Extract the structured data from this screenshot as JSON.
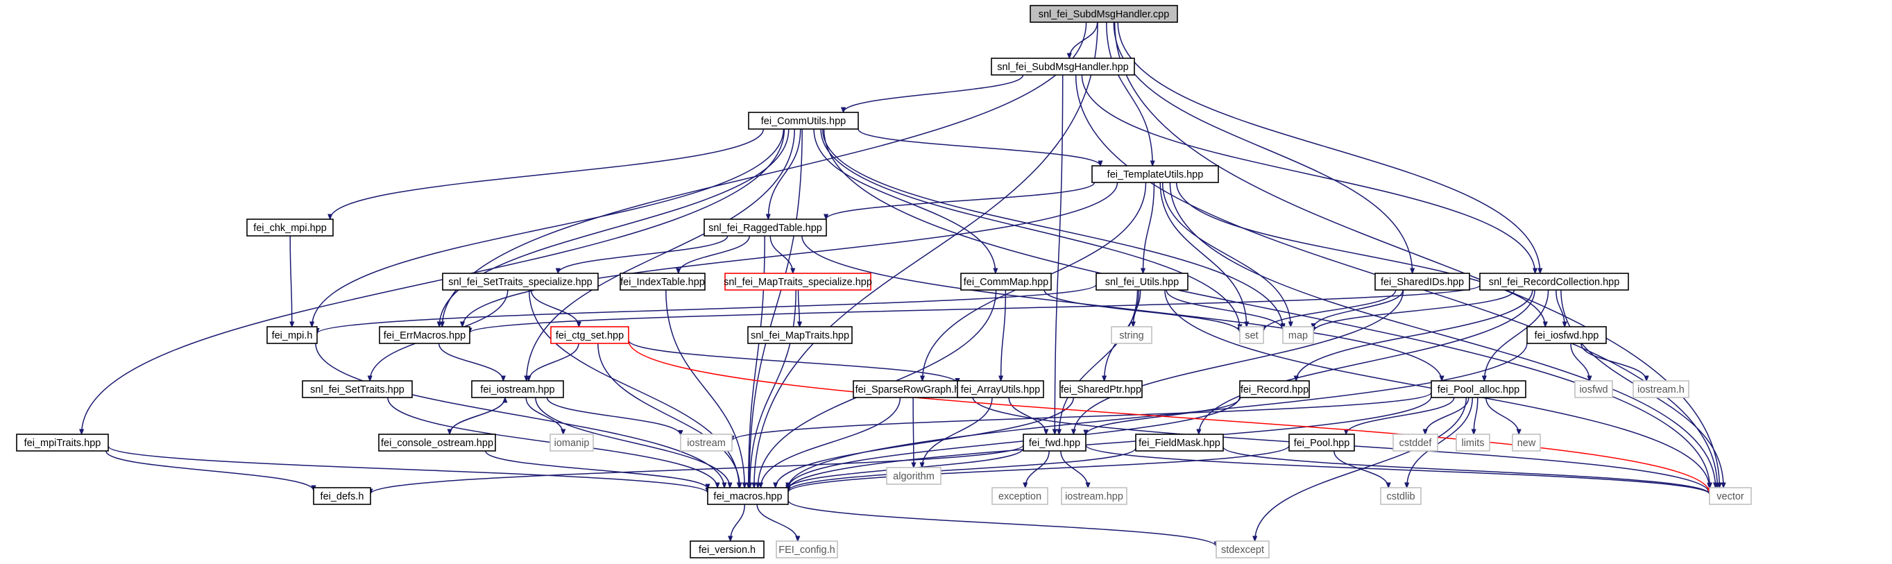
{
  "nodes": [
    {
      "id": "root",
      "label": "snl_fei_SubdMsgHandler.cpp",
      "style": "root"
    },
    {
      "id": "subdh",
      "label": "snl_fei_SubdMsgHandler.hpp",
      "style": "normal"
    },
    {
      "id": "comm",
      "label": "fei_CommUtils.hpp",
      "style": "normal"
    },
    {
      "id": "templ",
      "label": "fei_TemplateUtils.hpp",
      "style": "normal"
    },
    {
      "id": "chkmpi",
      "label": "fei_chk_mpi.hpp",
      "style": "normal"
    },
    {
      "id": "ragged",
      "label": "snl_fei_RaggedTable.hpp",
      "style": "normal"
    },
    {
      "id": "settr_sp",
      "label": "snl_fei_SetTraits_specialize.hpp",
      "style": "normal"
    },
    {
      "id": "indextab",
      "label": "fei_IndexTable.hpp",
      "style": "normal"
    },
    {
      "id": "maptr_sp",
      "label": "snl_fei_MapTraits_specialize.hpp",
      "style": "red"
    },
    {
      "id": "commmap",
      "label": "fei_CommMap.hpp",
      "style": "normal"
    },
    {
      "id": "utils",
      "label": "snl_fei_Utils.hpp",
      "style": "normal"
    },
    {
      "id": "sharedids",
      "label": "fei_SharedIDs.hpp",
      "style": "normal"
    },
    {
      "id": "reccoll",
      "label": "snl_fei_RecordCollection.hpp",
      "style": "normal"
    },
    {
      "id": "mpih",
      "label": "fei_mpi.h",
      "style": "normal"
    },
    {
      "id": "errmac",
      "label": "fei_ErrMacros.hpp",
      "style": "normal"
    },
    {
      "id": "ctgset",
      "label": "fei_ctg_set.hpp",
      "style": "red"
    },
    {
      "id": "maptr",
      "label": "snl_fei_MapTraits.hpp",
      "style": "normal"
    },
    {
      "id": "string",
      "label": "string",
      "style": "grey"
    },
    {
      "id": "set",
      "label": "set",
      "style": "grey"
    },
    {
      "id": "map",
      "label": "map",
      "style": "grey"
    },
    {
      "id": "iosfwdhpp",
      "label": "fei_iosfwd.hpp",
      "style": "normal"
    },
    {
      "id": "settr",
      "label": "snl_fei_SetTraits.hpp",
      "style": "normal"
    },
    {
      "id": "iostreamhpp",
      "label": "fei_iostream.hpp",
      "style": "normal"
    },
    {
      "id": "srg",
      "label": "fei_SparseRowGraph.hpp",
      "style": "normal"
    },
    {
      "id": "arrayutils",
      "label": "fei_ArrayUtils.hpp",
      "style": "normal"
    },
    {
      "id": "sharedptr",
      "label": "fei_SharedPtr.hpp",
      "style": "normal"
    },
    {
      "id": "record",
      "label": "fei_Record.hpp",
      "style": "normal"
    },
    {
      "id": "poolalloc",
      "label": "fei_Pool_alloc.hpp",
      "style": "normal"
    },
    {
      "id": "iosfwd",
      "label": "iosfwd",
      "style": "grey"
    },
    {
      "id": "iostreamh",
      "label": "iostream.h",
      "style": "grey"
    },
    {
      "id": "mpitraits",
      "label": "fei_mpiTraits.hpp",
      "style": "normal"
    },
    {
      "id": "consolestr",
      "label": "fei_console_ostream.hpp",
      "style": "normal"
    },
    {
      "id": "iomanip",
      "label": "iomanip",
      "style": "grey"
    },
    {
      "id": "iostream",
      "label": "iostream",
      "style": "grey"
    },
    {
      "id": "algorithm",
      "label": "algorithm",
      "style": "grey"
    },
    {
      "id": "fwd",
      "label": "fei_fwd.hpp",
      "style": "normal"
    },
    {
      "id": "fieldmask",
      "label": "fei_FieldMask.hpp",
      "style": "normal"
    },
    {
      "id": "pool",
      "label": "fei_Pool.hpp",
      "style": "normal"
    },
    {
      "id": "cstddef",
      "label": "cstddef",
      "style": "grey"
    },
    {
      "id": "limits",
      "label": "limits",
      "style": "grey"
    },
    {
      "id": "new",
      "label": "new",
      "style": "grey"
    },
    {
      "id": "defs",
      "label": "fei_defs.h",
      "style": "normal"
    },
    {
      "id": "macros",
      "label": "fei_macros.hpp",
      "style": "normal"
    },
    {
      "id": "exception",
      "label": "exception",
      "style": "grey"
    },
    {
      "id": "iostreamhpp2",
      "label": "iostream.hpp",
      "style": "grey"
    },
    {
      "id": "cstdlib",
      "label": "cstdlib",
      "style": "grey"
    },
    {
      "id": "vector",
      "label": "vector",
      "style": "grey"
    },
    {
      "id": "version",
      "label": "fei_version.h",
      "style": "normal"
    },
    {
      "id": "config",
      "label": "FEI_config.h",
      "style": "grey"
    },
    {
      "id": "stdexcept",
      "label": "stdexcept",
      "style": "grey"
    }
  ],
  "edges": [
    [
      "root",
      "subdh"
    ],
    [
      "root",
      "templ"
    ],
    [
      "root",
      "sharedids"
    ],
    [
      "root",
      "reccoll"
    ],
    [
      "root",
      "errmac"
    ],
    [
      "root",
      "macros"
    ],
    [
      "root",
      "vector"
    ],
    [
      "subdh",
      "comm"
    ],
    [
      "subdh",
      "fwd"
    ],
    [
      "subdh",
      "vector"
    ],
    [
      "subdh",
      "reccoll"
    ],
    [
      "comm",
      "mpih"
    ],
    [
      "comm",
      "mpitraits"
    ],
    [
      "comm",
      "chkmpi"
    ],
    [
      "comm",
      "errmac"
    ],
    [
      "comm",
      "templ"
    ],
    [
      "comm",
      "ragged"
    ],
    [
      "comm",
      "commmap"
    ],
    [
      "comm",
      "iostreamhpp"
    ],
    [
      "comm",
      "set"
    ],
    [
      "comm",
      "map"
    ],
    [
      "comm",
      "vector"
    ],
    [
      "comm",
      "macros"
    ],
    [
      "templ",
      "ragged"
    ],
    [
      "templ",
      "utils"
    ],
    [
      "templ",
      "srg"
    ],
    [
      "templ",
      "errmac"
    ],
    [
      "templ",
      "set"
    ],
    [
      "templ",
      "map"
    ],
    [
      "templ",
      "vector"
    ],
    [
      "templ",
      "iosfwdhpp"
    ],
    [
      "chkmpi",
      "mpih"
    ],
    [
      "ragged",
      "settr_sp"
    ],
    [
      "ragged",
      "indextab"
    ],
    [
      "ragged",
      "maptr_sp"
    ],
    [
      "ragged",
      "macros"
    ],
    [
      "ragged",
      "poolalloc"
    ],
    [
      "settr_sp",
      "ctgset"
    ],
    [
      "settr_sp",
      "settr"
    ],
    [
      "settr_sp",
      "macros"
    ],
    [
      "indextab",
      "macros"
    ],
    [
      "maptr_sp",
      "maptr"
    ],
    [
      "maptr_sp",
      "macros"
    ],
    [
      "commmap",
      "arrayutils"
    ],
    [
      "commmap",
      "set"
    ],
    [
      "commmap",
      "macros"
    ],
    [
      "utils",
      "mpih"
    ],
    [
      "utils",
      "string"
    ],
    [
      "utils",
      "sharedptr"
    ],
    [
      "utils",
      "fwd"
    ],
    [
      "utils",
      "map"
    ],
    [
      "utils",
      "vector"
    ],
    [
      "sharedids",
      "fwd"
    ],
    [
      "sharedids",
      "set"
    ],
    [
      "sharedids",
      "map"
    ],
    [
      "reccoll",
      "errmac"
    ],
    [
      "reccoll",
      "iosfwdhpp"
    ],
    [
      "reccoll",
      "record"
    ],
    [
      "reccoll",
      "poolalloc"
    ],
    [
      "reccoll",
      "fieldmask"
    ],
    [
      "reccoll",
      "map"
    ],
    [
      "reccoll",
      "vector"
    ],
    [
      "mpih",
      "macros"
    ],
    [
      "errmac",
      "iostreamhpp"
    ],
    [
      "ctgset",
      "iostreamhpp"
    ],
    [
      "ctgset",
      "macros"
    ],
    [
      "ctgset",
      "arrayutils"
    ],
    [
      "iosfwdhpp",
      "iosfwd"
    ],
    [
      "iosfwdhpp",
      "iostreamh"
    ],
    [
      "iosfwdhpp",
      "macros"
    ],
    [
      "settr",
      "macros"
    ],
    [
      "iostreamhpp",
      "consolestr"
    ],
    [
      "iostreamhpp",
      "iomanip"
    ],
    [
      "iostreamhpp",
      "iostream"
    ],
    [
      "iostreamhpp",
      "macros"
    ],
    [
      "srg",
      "algorithm"
    ],
    [
      "srg",
      "macros"
    ],
    [
      "srg",
      "vector"
    ],
    [
      "arrayutils",
      "algorithm"
    ],
    [
      "arrayutils",
      "fwd"
    ],
    [
      "sharedptr",
      "macros"
    ],
    [
      "record",
      "fwd"
    ],
    [
      "record",
      "macros"
    ],
    [
      "poolalloc",
      "iostream"
    ],
    [
      "poolalloc",
      "cstddef"
    ],
    [
      "poolalloc",
      "limits"
    ],
    [
      "poolalloc",
      "new"
    ],
    [
      "poolalloc",
      "pool"
    ],
    [
      "poolalloc",
      "cstdlib"
    ],
    [
      "poolalloc",
      "stdexcept"
    ],
    [
      "poolalloc",
      "macros"
    ],
    [
      "mpitraits",
      "defs"
    ],
    [
      "mpitraits",
      "macros"
    ],
    [
      "consolestr",
      "iostreamhpp"
    ],
    [
      "consolestr",
      "macros"
    ],
    [
      "fwd",
      "defs"
    ],
    [
      "fwd",
      "exception"
    ],
    [
      "fwd",
      "iostreamhpp2"
    ],
    [
      "fwd",
      "macros"
    ],
    [
      "fwd",
      "vector"
    ],
    [
      "fieldmask",
      "macros"
    ],
    [
      "fieldmask",
      "vector"
    ],
    [
      "pool",
      "cstdlib"
    ],
    [
      "pool",
      "macros"
    ],
    [
      "macros",
      "version"
    ],
    [
      "macros",
      "config"
    ],
    [
      "macros",
      "stdexcept"
    ]
  ],
  "red_edges": [
    [
      "ctgset",
      "vector"
    ]
  ]
}
